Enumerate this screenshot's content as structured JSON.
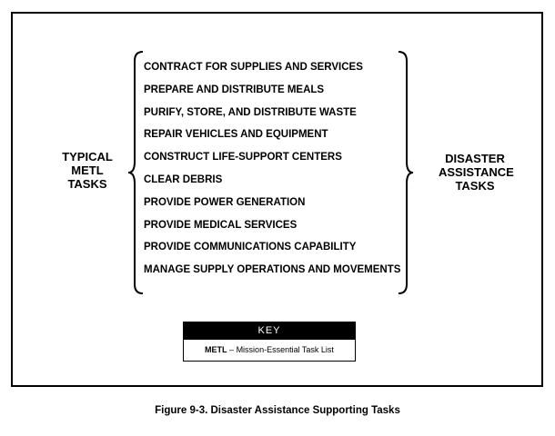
{
  "left_label": "TYPICAL\nMETL\nTASKS",
  "right_label": "DISASTER\nASSISTANCE\nTASKS",
  "tasks": [
    "CONTRACT FOR SUPPLIES AND SERVICES",
    "PREPARE AND DISTRIBUTE MEALS",
    "PURIFY, STORE, AND DISTRIBUTE WASTE",
    "REPAIR VEHICLES AND EQUIPMENT",
    "CONSTRUCT LIFE-SUPPORT CENTERS",
    "CLEAR DEBRIS",
    "PROVIDE POWER GENERATION",
    "PROVIDE MEDICAL SERVICES",
    "PROVIDE COMMUNICATIONS CAPABILITY",
    "MANAGE SUPPLY OPERATIONS AND MOVEMENTS"
  ],
  "key": {
    "header": "KEY",
    "abbreviation": "METL",
    "separator": " – ",
    "definition": "Mission-Essential Task List"
  },
  "caption": "Figure 9-3.  Disaster Assistance Supporting Tasks"
}
